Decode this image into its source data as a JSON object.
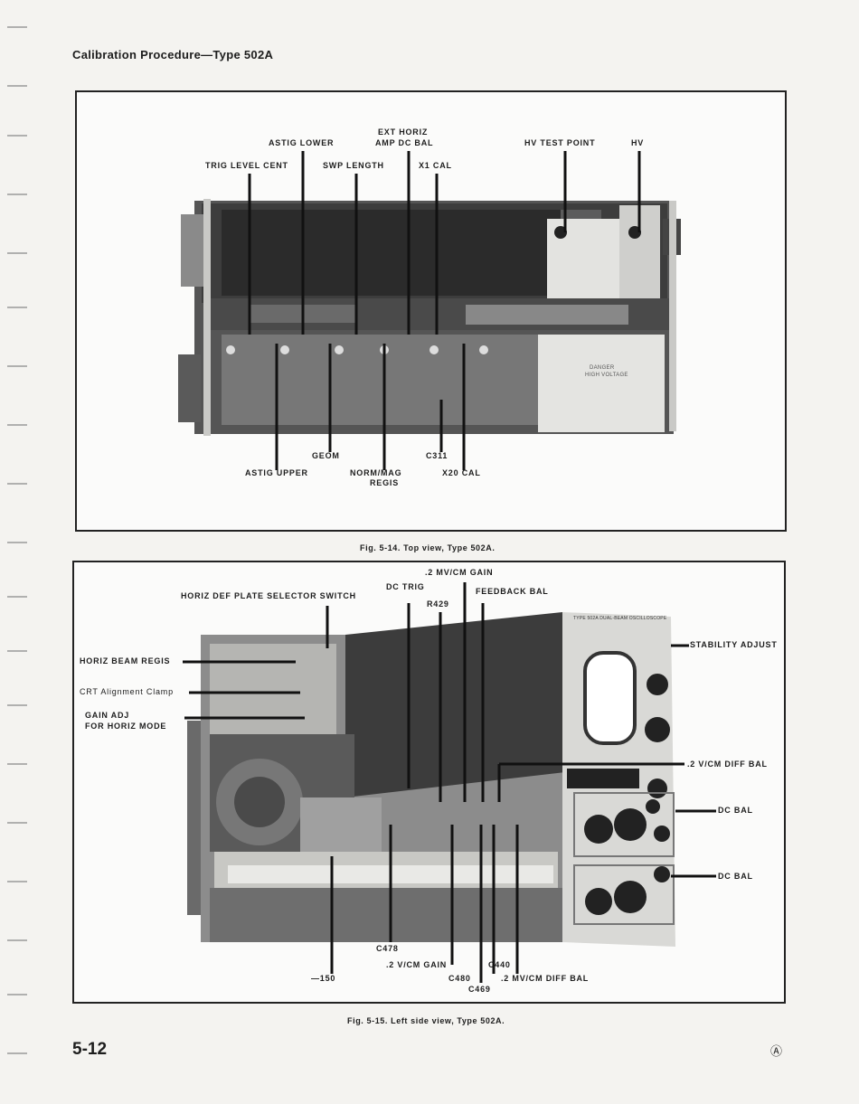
{
  "header": {
    "title": "Calibration Procedure—Type 502A"
  },
  "figure1": {
    "caption": "Fig. 5-14. Top view, Type 502A.",
    "labels_top": {
      "ext_horiz": "EXT HORIZ",
      "astig_lower": "ASTIG LOWER",
      "amp_dc_bal": "AMP DC BAL",
      "hv_test_point": "HV TEST POINT",
      "hv": "HV",
      "trig_level_cent": "TRIG LEVEL CENT",
      "swp_length": "SWP LENGTH",
      "x1_cal": "X1 CAL"
    },
    "labels_bottom": {
      "geom": "GEOM",
      "c311": "C311",
      "astig_upper": "ASTIG UPPER",
      "norm_mag": "NORM/MAG",
      "regis": "REGIS",
      "x20_cal": "X20 CAL"
    },
    "plate_text": {
      "danger": "DANGER",
      "high_voltage": "HIGH VOLTAGE"
    }
  },
  "figure2": {
    "caption": "Fig. 5-15. Left side view, Type 502A.",
    "labels": {
      "gain_2mv": ".2 MV/CM GAIN",
      "dc_trig": "DC TRIG",
      "feedback_bal": "FEEDBACK BAL",
      "horiz_def": "HORIZ DEF PLATE SELECTOR SWITCH",
      "r429": "R429",
      "stability": "STABILITY ADJUST",
      "horiz_beam": "HORIZ BEAM REGIS",
      "crt_align": "CRT Alignment Clamp",
      "gain_adj": "GAIN ADJ",
      "for_horiz": "FOR HORIZ MODE",
      "diff_bal_2v": ".2 V/CM DIFF BAL",
      "dc_bal_1": "DC BAL",
      "dc_bal_2": "DC BAL",
      "c478": "C478",
      "gain_2v": ".2 V/CM GAIN",
      "c440": "C440",
      "m150": "—150",
      "c480": "C480",
      "diff_bal_2mv": ".2 MV/CM DIFF BAL",
      "c469": "C469"
    },
    "panel_text": "TYPE 502A DUAL-BEAM OSCILLOSCOPE"
  },
  "footer": {
    "page_number": "5-12",
    "logo": "Ⓐ"
  }
}
